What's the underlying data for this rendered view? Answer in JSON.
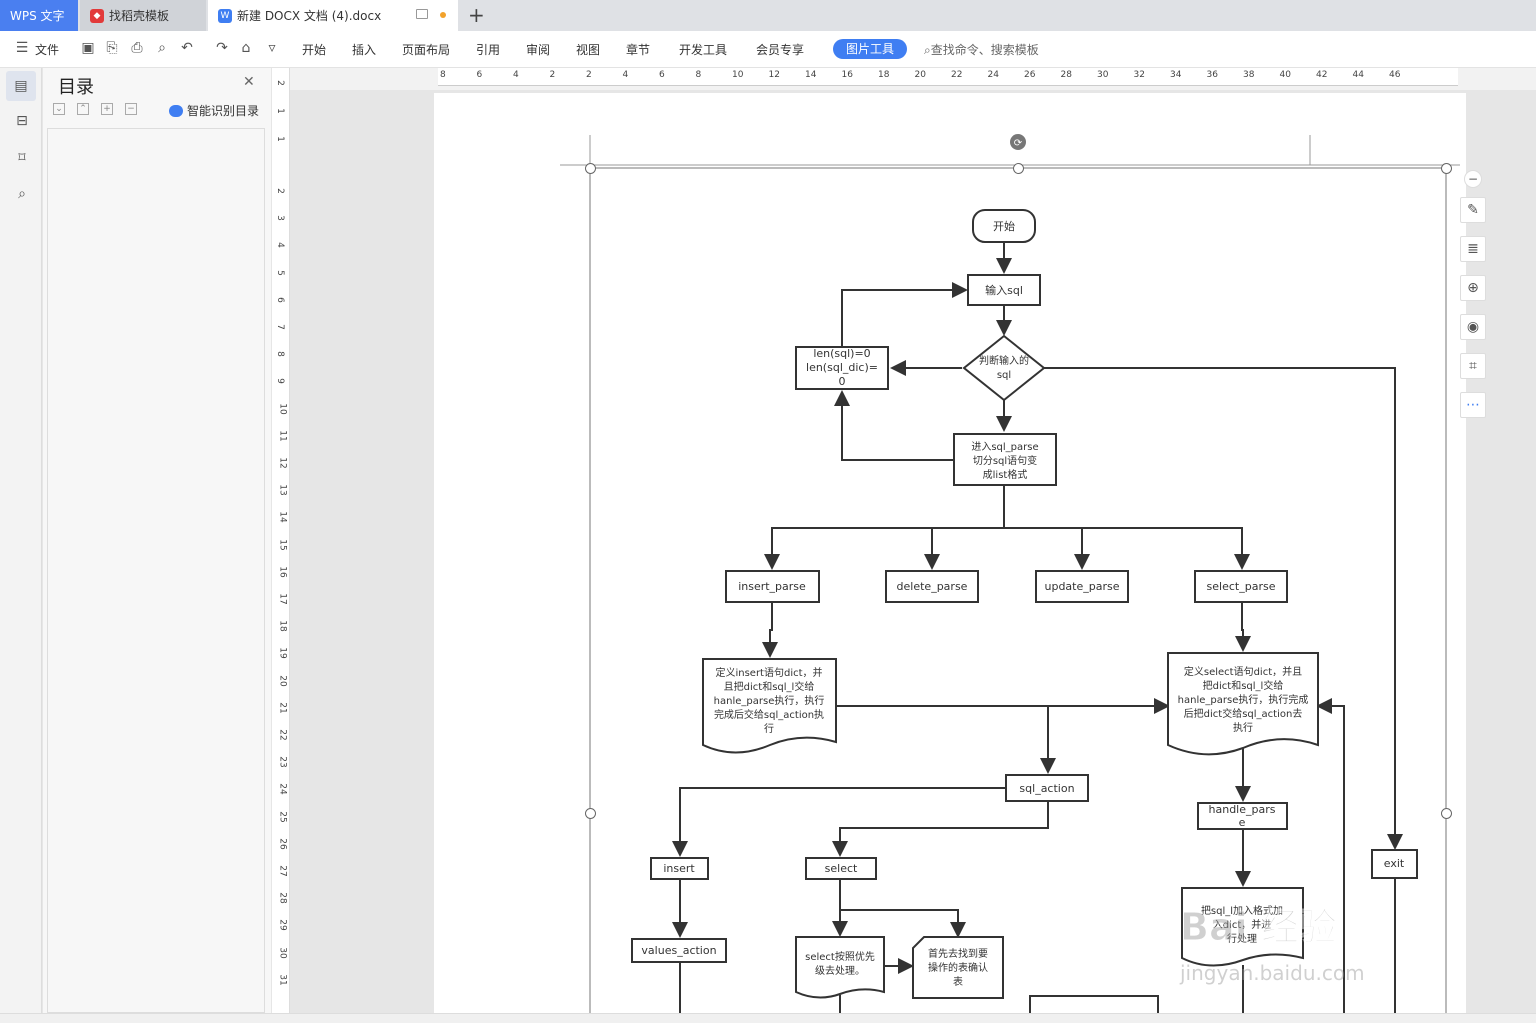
{
  "tabs": {
    "wps": "WPS 文字",
    "template": "找稻壳模板",
    "doc": "新建 DOCX 文档 (4).docx"
  },
  "menu": {
    "file": "文件",
    "items": [
      "开始",
      "插入",
      "页面布局",
      "引用",
      "审阅",
      "视图",
      "章节",
      "开发工具",
      "会员专享"
    ],
    "picture_tools": "图片工具",
    "search_placeholder": "查找命令、搜索模板"
  },
  "toc": {
    "title": "目录",
    "smart": "智能识别目录"
  },
  "ruler_top": [
    "8",
    "6",
    "4",
    "2",
    "2",
    "4",
    "6",
    "8",
    "10",
    "12",
    "14",
    "16",
    "18",
    "20",
    "22",
    "24",
    "26",
    "28",
    "30",
    "32",
    "34",
    "36",
    "38",
    "40",
    "42",
    "44",
    "46"
  ],
  "ruler_left": [
    "2",
    "1",
    "1",
    "2",
    "3",
    "4",
    "5",
    "6",
    "7",
    "8",
    "9",
    "10",
    "11",
    "12",
    "13",
    "14",
    "15",
    "16",
    "17",
    "18",
    "19",
    "20",
    "21",
    "22",
    "23",
    "24",
    "25",
    "26",
    "27",
    "28",
    "29",
    "30",
    "31"
  ],
  "flowchart": {
    "start": "开始",
    "input": "输入sql",
    "judge": [
      "判断输入的",
      "sql"
    ],
    "len": [
      "len(sql)=0",
      "len(sql_dic)=",
      "0"
    ],
    "parse": [
      "进入sql_parse",
      "切分sql语句变",
      "成list格式"
    ],
    "insert_parse": "insert_parse",
    "delete_parse": "delete_parse",
    "update_parse": "update_parse",
    "select_parse": "select_parse",
    "insert_doc": [
      "定义insert语句dict，并",
      "且把dict和sql_l交给",
      "hanle_parse执行，执行",
      "完成后交给sql_action执",
      "行"
    ],
    "select_doc": [
      "定义select语句dict，并且",
      "把dict和sql_l交给",
      "hanle_parse执行，执行完成",
      "后把dict交给sql_action去",
      "执行"
    ],
    "sql_action": "sql_action",
    "handle_parse": [
      "handle_pars",
      "e"
    ],
    "insert": "insert",
    "select": "select",
    "exit": "exit",
    "values_action": "values_action",
    "select_priority": [
      "select按照优先",
      "级去处理。"
    ],
    "find_table": [
      "首先去找到要",
      "操作的表确认",
      "表"
    ],
    "bottom_doc": [
      "把sql_l加入格式加",
      "入dict，并进",
      "行处理"
    ]
  },
  "watermark": {
    "brand": "Bai 经验",
    "url": "jingyan.baidu.com"
  }
}
